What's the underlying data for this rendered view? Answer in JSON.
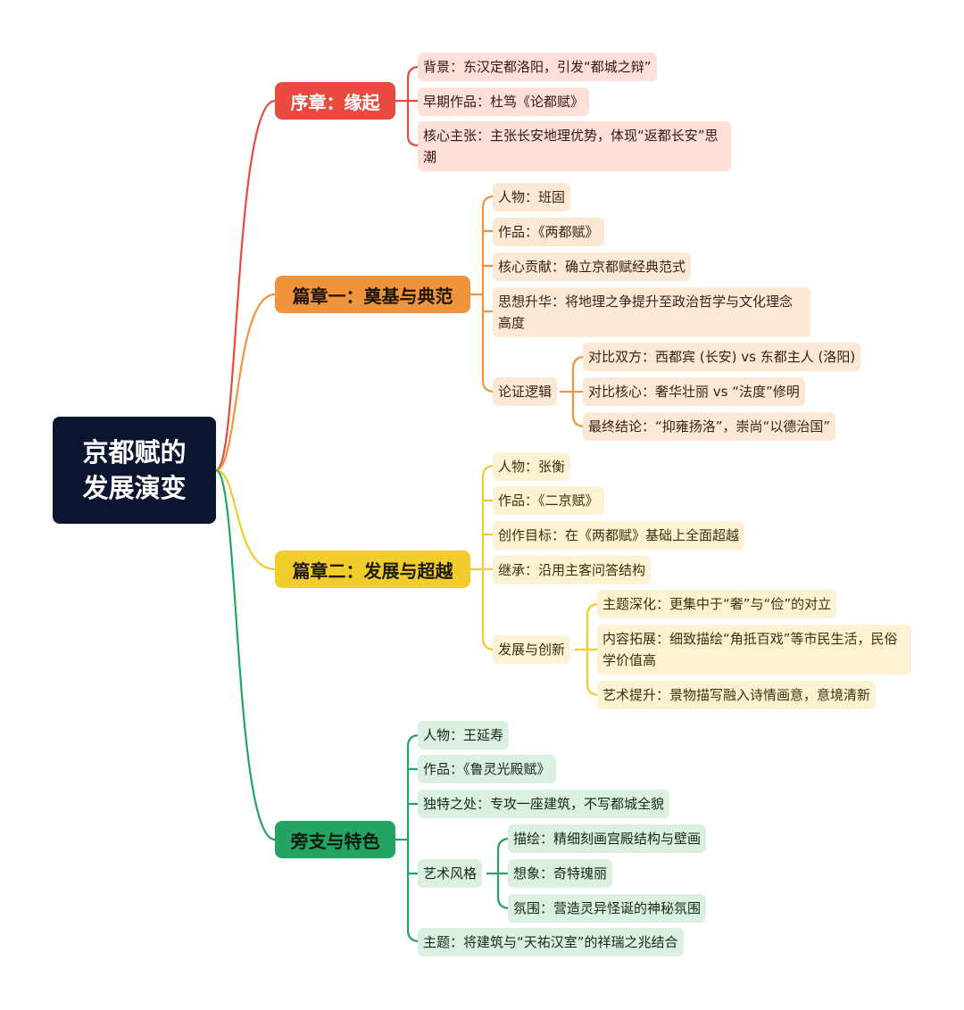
{
  "title": [
    "京都赋的",
    "发展演变"
  ],
  "colors": {
    "red": "#e84a3f",
    "orange": "#f0943c",
    "yellow": "#f0cd2c",
    "green": "#23a463"
  },
  "branches": [
    {
      "label": "序章：缘起",
      "items": [
        {
          "text": "背景：东汉定都洛阳，引发“都城之辩”"
        },
        {
          "text": "早期作品：杜笃《论都赋》"
        },
        {
          "text": "核心主张：主张长安地理优势，体现“返都长安”思潮"
        }
      ]
    },
    {
      "label": "篇章一：奠基与典范",
      "items": [
        {
          "text": "人物：班固"
        },
        {
          "text": "作品：《两都赋》"
        },
        {
          "text": "核心贡献：确立京都赋经典范式"
        },
        {
          "text": "思想升华：将地理之争提升至政治哲学与文化理念高度"
        },
        {
          "text": "论证逻辑",
          "children": [
            "对比双方：西都宾 (长安) vs 东都主人 (洛阳)",
            "对比核心：奢华壮丽 vs “法度”修明",
            "最终结论：“抑雍扬洛”，崇尚“以德治国”"
          ]
        }
      ]
    },
    {
      "label": "篇章二：发展与超越",
      "items": [
        {
          "text": "人物：张衡"
        },
        {
          "text": "作品：《二京赋》"
        },
        {
          "text": "创作目标：在《两都赋》基础上全面超越"
        },
        {
          "text": "继承：沿用主客问答结构"
        },
        {
          "text": "发展与创新",
          "children": [
            "主题深化：更集中于“奢”与“俭”的对立",
            "内容拓展：细致描绘“角抵百戏”等市民生活，民俗学价值高",
            "艺术提升：景物描写融入诗情画意，意境清新"
          ]
        }
      ]
    },
    {
      "label": "旁支与特色",
      "items": [
        {
          "text": "人物：王延寿"
        },
        {
          "text": "作品：《鲁灵光殿赋》"
        },
        {
          "text": "独特之处：专攻一座建筑，不写都城全貌"
        },
        {
          "text": "艺术风格",
          "children": [
            "描绘：精细刻画宫殿结构与壁画",
            "想象：奇特瑰丽",
            "氛围：营造灵异怪诞的神秘氛围"
          ]
        },
        {
          "text": "主题：将建筑与“天祐汉室”的祥瑞之兆结合"
        }
      ]
    }
  ]
}
